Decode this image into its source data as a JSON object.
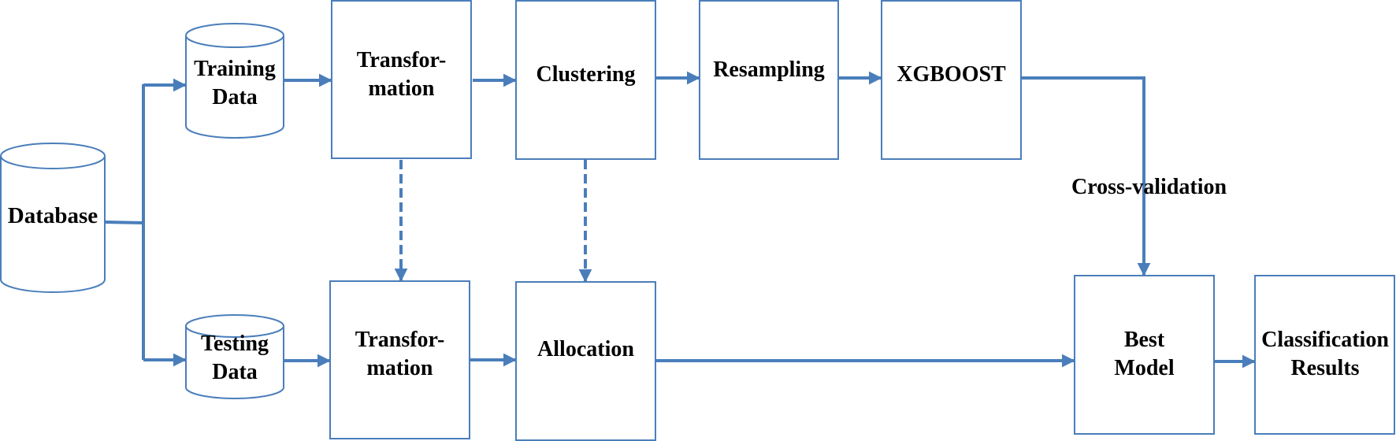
{
  "nodes": {
    "database": {
      "label": "Database"
    },
    "training_data": {
      "line1": "Training",
      "line2": "Data"
    },
    "testing_data": {
      "line1": "Testing",
      "line2": "Data"
    },
    "transformation_train": {
      "line1": "Transfor-",
      "line2": "mation"
    },
    "transformation_test": {
      "line1": "Transfor-",
      "line2": "mation"
    },
    "clustering": {
      "label": "Clustering"
    },
    "allocation": {
      "label": "Allocation"
    },
    "resampling": {
      "label": "Resampling"
    },
    "xgboost": {
      "label": "XGBOOST"
    },
    "best_model": {
      "line1": "Best",
      "line2": "Model"
    },
    "classification_results": {
      "line1": "Classification",
      "line2": "Results"
    }
  },
  "edge_labels": {
    "cross_validation": "Cross-validation"
  },
  "colors": {
    "stroke": "#4a7ebb",
    "text": "#000000",
    "background": "#ffffff"
  }
}
